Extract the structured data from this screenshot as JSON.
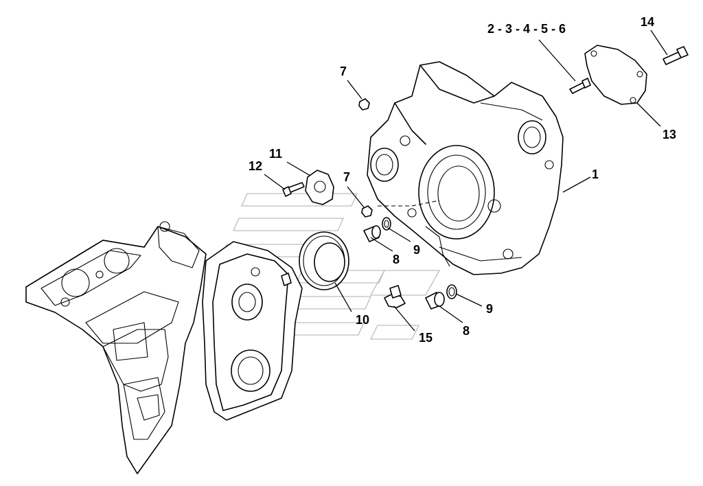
{
  "callouts": {
    "c1": "1",
    "c2_6": "2 - 3 - 4 - 5 - 6",
    "c7a": "7",
    "c7b": "7",
    "c8a": "8",
    "c8b": "8",
    "c9a": "9",
    "c9b": "9",
    "c10": "10",
    "c11": "11",
    "c12": "12",
    "c13": "13",
    "c14": "14",
    "c15": "15"
  }
}
